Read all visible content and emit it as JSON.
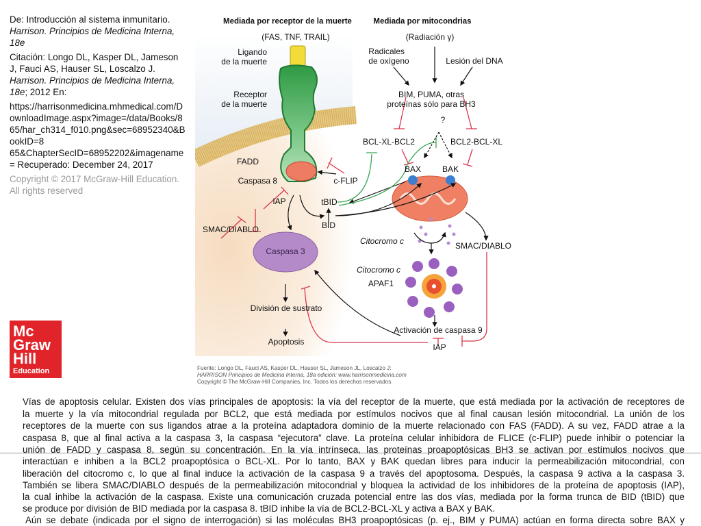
{
  "figure": {
    "title_left": "Mediada por receptor de la muerte",
    "title_right": "Mediada por mitocondrias",
    "stimulus_left": "(FAS, TNF, TRAIL)",
    "stimulus_right": "(Radiación γ)",
    "labels": {
      "ligand": "Ligando\nde la muerte",
      "receptor": "Receptor\nde la muerte",
      "fadd": "FADD",
      "caspase8": "Caspasa 8",
      "cflip": "c-FLIP",
      "iap_left": "IAP",
      "tbid": "tBID",
      "bid": "BID",
      "smac_left": "SMAC/DIABLO",
      "caspase3": "Caspasa 3",
      "substrate": "División de sustrato",
      "apoptosis": "Apoptosis",
      "ros": "Radicales\nde oxígeno",
      "dna": "Lesión del DNA",
      "bh3": "BIM, PUMA, otras\nproteínas sólo para BH3",
      "question": "?",
      "bclxl_bcl2": "BCL-XL-BCL2",
      "bcl2_bclxl": "BCL2-BCL-XL",
      "bax": "BAX",
      "bak": "BAK",
      "cytc1": "Citocromo c",
      "smac_right": "SMAC/DIABLO",
      "cytc2": "Citocromo c",
      "apaf1": "APAF1",
      "casp9": "Activación de caspasa 9",
      "iap_right": "IAP"
    },
    "source_line1": "Fuente: Longo DL, Fauci AS, Kasper DL, Hauser SL, Jameson JL, Loscalzo J:",
    "source_line2": "HARRISON Principios de Medicina Interna, 18a edición: www.harrisonmedicina.com",
    "source_line3": "Copyright © The McGraw-Hill Companies, Inc. Todos los derechos reservados."
  },
  "caption": {
    "lines": [
      "Vías de apoptosis celular. Existen dos vías principales de apoptosis: la vía del receptor de la muerte, que está mediada por la activación de receptores de",
      "la muerte y la vía mitocondrial regulada por BCL2, que está mediada por estímulos nocivos que al final causan lesión mitocondrial. La unión de los",
      "receptores de la muerte con sus ligandos atrae a la proteína adaptadora dominio de la muerte relacionado con FAS (FADD). A su vez, FADD atrae a la",
      "caspasa 8, que al final activa a la caspasa 3, la caspasa “ejecutora” clave. La proteína celular inhibidora de FLICE (c-FLIP) puede inhibir o potenciar la",
      "unión de FADD y caspasa 8, según su concentración. En la vía intrínseca, las proteínas proapoptósicas BH3 se activan por estímulos nocivos que",
      "interactúan e inhiben a la BCL2 proapoptósica o BCL-XL. Por lo tanto, BAX y BAK quedan libres para inducir la permeabilización mitocondrial, con",
      "liberación del citocromo c, lo que al final induce la activación de la caspasa 9 a través del apoptosoma. Después, la caspasa 9 activa a la caspasa 3.",
      "También se libera SMAC/DIABLO después de la permeabilización mitocondrial y bloquea la actividad de los inhibidores de la proteína de apoptosis (IAP),",
      "la cual inhibe la activación de la caspasa. Existe una comunicación cruzada potencial entre las dos vías, mediada por la forma trunca de BID (tBID) que",
      "se produce por división de BID mediada por la caspasa 8. tBID inhibe la vía de BCL2-BCL-XL y activa a BAX y BAK.",
      "Aún se debate (indicada por el signo de interrogación) si las moléculas BH3 proapoptósicas (p. ej., BIM y PUMA) actúan en forma directa sobre BAX y"
    ]
  },
  "citation": {
    "from_prefix": "De: Introducción al sistema inmunitario. ",
    "from_italic": "Harrison. Principios de Medicina Interna, 18e",
    "cite_prefix": "Citación: Longo DL, Kasper DL, Jameson J, Fauci AS, Hauser SL, Loscalzo J. ",
    "cite_italic": "Harrison. Principios de Medicina Interna, 18e",
    "cite_suffix": "; 2012 En:",
    "url_line1": "https://harrisonmedicina.mhmedical.com/DownloadImage.aspx?image=/data/Books/865/har_ch314_f010.png&sec=68952340&BookID=8",
    "url_line2": "65&ChapterSecID=68952202&imagename= Recuperado: December 24, 2017",
    "copyright": "Copyright © 2017 McGraw-Hill Education. All rights reserved"
  },
  "logo": {
    "line1": "Mc",
    "line2": "Graw",
    "line3": "Hill",
    "line4": "Education"
  },
  "colors": {
    "accent": "#e0242a",
    "green": "#3aa655",
    "inhibit": "#d8344a"
  }
}
